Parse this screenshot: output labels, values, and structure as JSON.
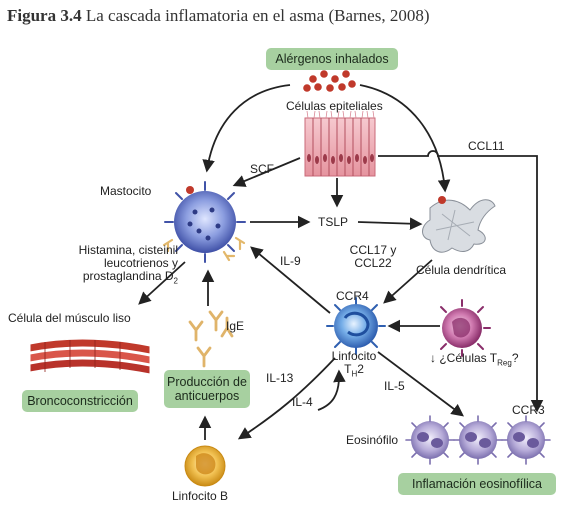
{
  "figure": {
    "label": "Figura 3.4",
    "title": " La cascada inflamatoria en el asma (Barnes, 2008)"
  },
  "boxes": {
    "allergens": "Alérgenos inhalados",
    "antibodies_line1": "Producción de",
    "antibodies_line2": "anticuerpos",
    "bronchoconstriction": "Broncoconstricción",
    "eosinophilic_inflammation": "Inflamación eosinofílica"
  },
  "labels": {
    "epithelial_cells": "Células epiteliales",
    "scf": "SCF",
    "ccl11": "CCL11",
    "mast_cell": "Mastocito",
    "tslp": "TSLP",
    "mediators_line1": "Histamina, cisteinil",
    "mediators_line2": "leucotrienos y",
    "mediators_line3": "prostaglandina D",
    "mediators_sub": "2",
    "il9": "IL-9",
    "ccl17_line1": "CCL17 y",
    "ccl17_line2": "CCL22",
    "dendritic_cell": "Célula dendrítica",
    "smooth_muscle": "Célula del músculo liso",
    "ccr4": "CCR4",
    "ige": "IgE",
    "th2_line1": "Linfocito",
    "th2_T": "T",
    "th2_sub": "H",
    "th2_2": "2",
    "treg_prefix": "↓ ¿Células T",
    "treg_sub": "Reg",
    "treg_suffix": "?",
    "il13": "IL-13",
    "il5": "IL-5",
    "il4": "IL-4",
    "ccr3": "CCR3",
    "eosinophil": "Eosinófilo",
    "b_cell": "Linfocito B"
  },
  "colors": {
    "box_green": "#a7d0a0",
    "arrow": "#222222",
    "allergen_dot": "#c0392b",
    "mast_cell": "#5b6fc0",
    "th2_cell": "#3f7fd0",
    "treg_cell": "#b04b8a",
    "eosinophil": "#9a8fc4",
    "muscle": "#c0392b",
    "b_cell": "#e0a020"
  },
  "icons": [
    "allergen-particles",
    "epithelial-tissue",
    "mast-cell",
    "dendritic-cell",
    "th2-lymphocyte",
    "treg-cell",
    "smooth-muscle",
    "ige-antibodies",
    "b-lymphocyte",
    "eosinophil"
  ]
}
